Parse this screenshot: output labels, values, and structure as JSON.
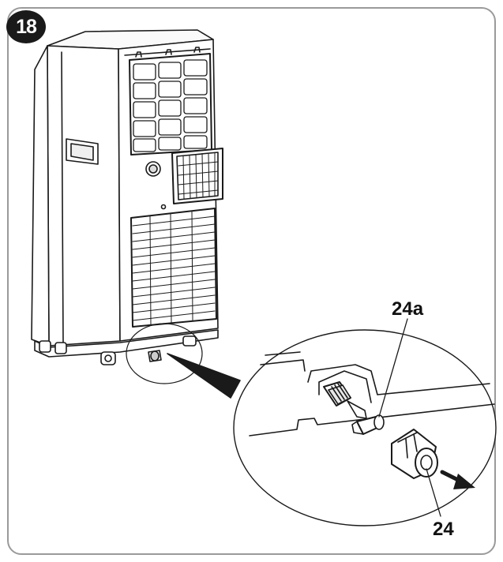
{
  "figure": {
    "step_number": "18",
    "callouts": {
      "valve": "24a",
      "cap": "24"
    }
  },
  "colors": {
    "line": "#1a1a1a",
    "frame": "#9a9a9a",
    "badge": "#1a1a1a",
    "background": "#ffffff"
  }
}
